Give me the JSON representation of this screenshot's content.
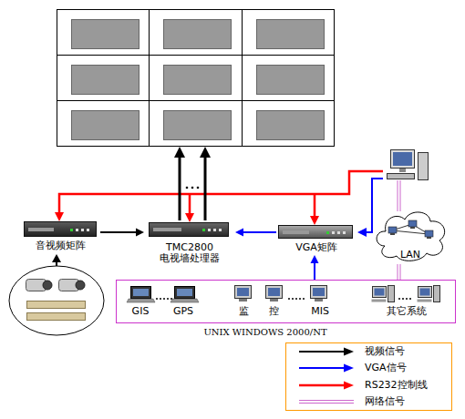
{
  "diagram": {
    "nodes": [
      {
        "text": [
          "音视频矩阵"
        ]
      },
      {
        "text": [
          "TMC2800 电视墙处理器"
        ]
      },
      {
        "text": [
          "VGA矩阵"
        ]
      },
      {
        "text": [
          "LAN"
        ]
      },
      {
        "text": [
          "GIS",
          "GPS",
          "监 控",
          "MIS",
          "其它系统",
          "UNIX WINDOWS 2000/NT"
        ]
      }
    ],
    "edges": [
      {
        "from": 0,
        "to": 1,
        "arrow": "to"
      },
      {
        "from": 2,
        "to": 1,
        "arrow": "to"
      },
      {
        "from": 4,
        "to": 2,
        "arrow": "to"
      },
      {
        "from": 3,
        "to": 4,
        "arrow": "none"
      }
    ],
    "legend": [
      {
        "text": "视频信号"
      },
      {
        "text": "VGA信号"
      },
      {
        "text": "RS232控制线"
      },
      {
        "text": "网络信号"
      }
    ]
  }
}
